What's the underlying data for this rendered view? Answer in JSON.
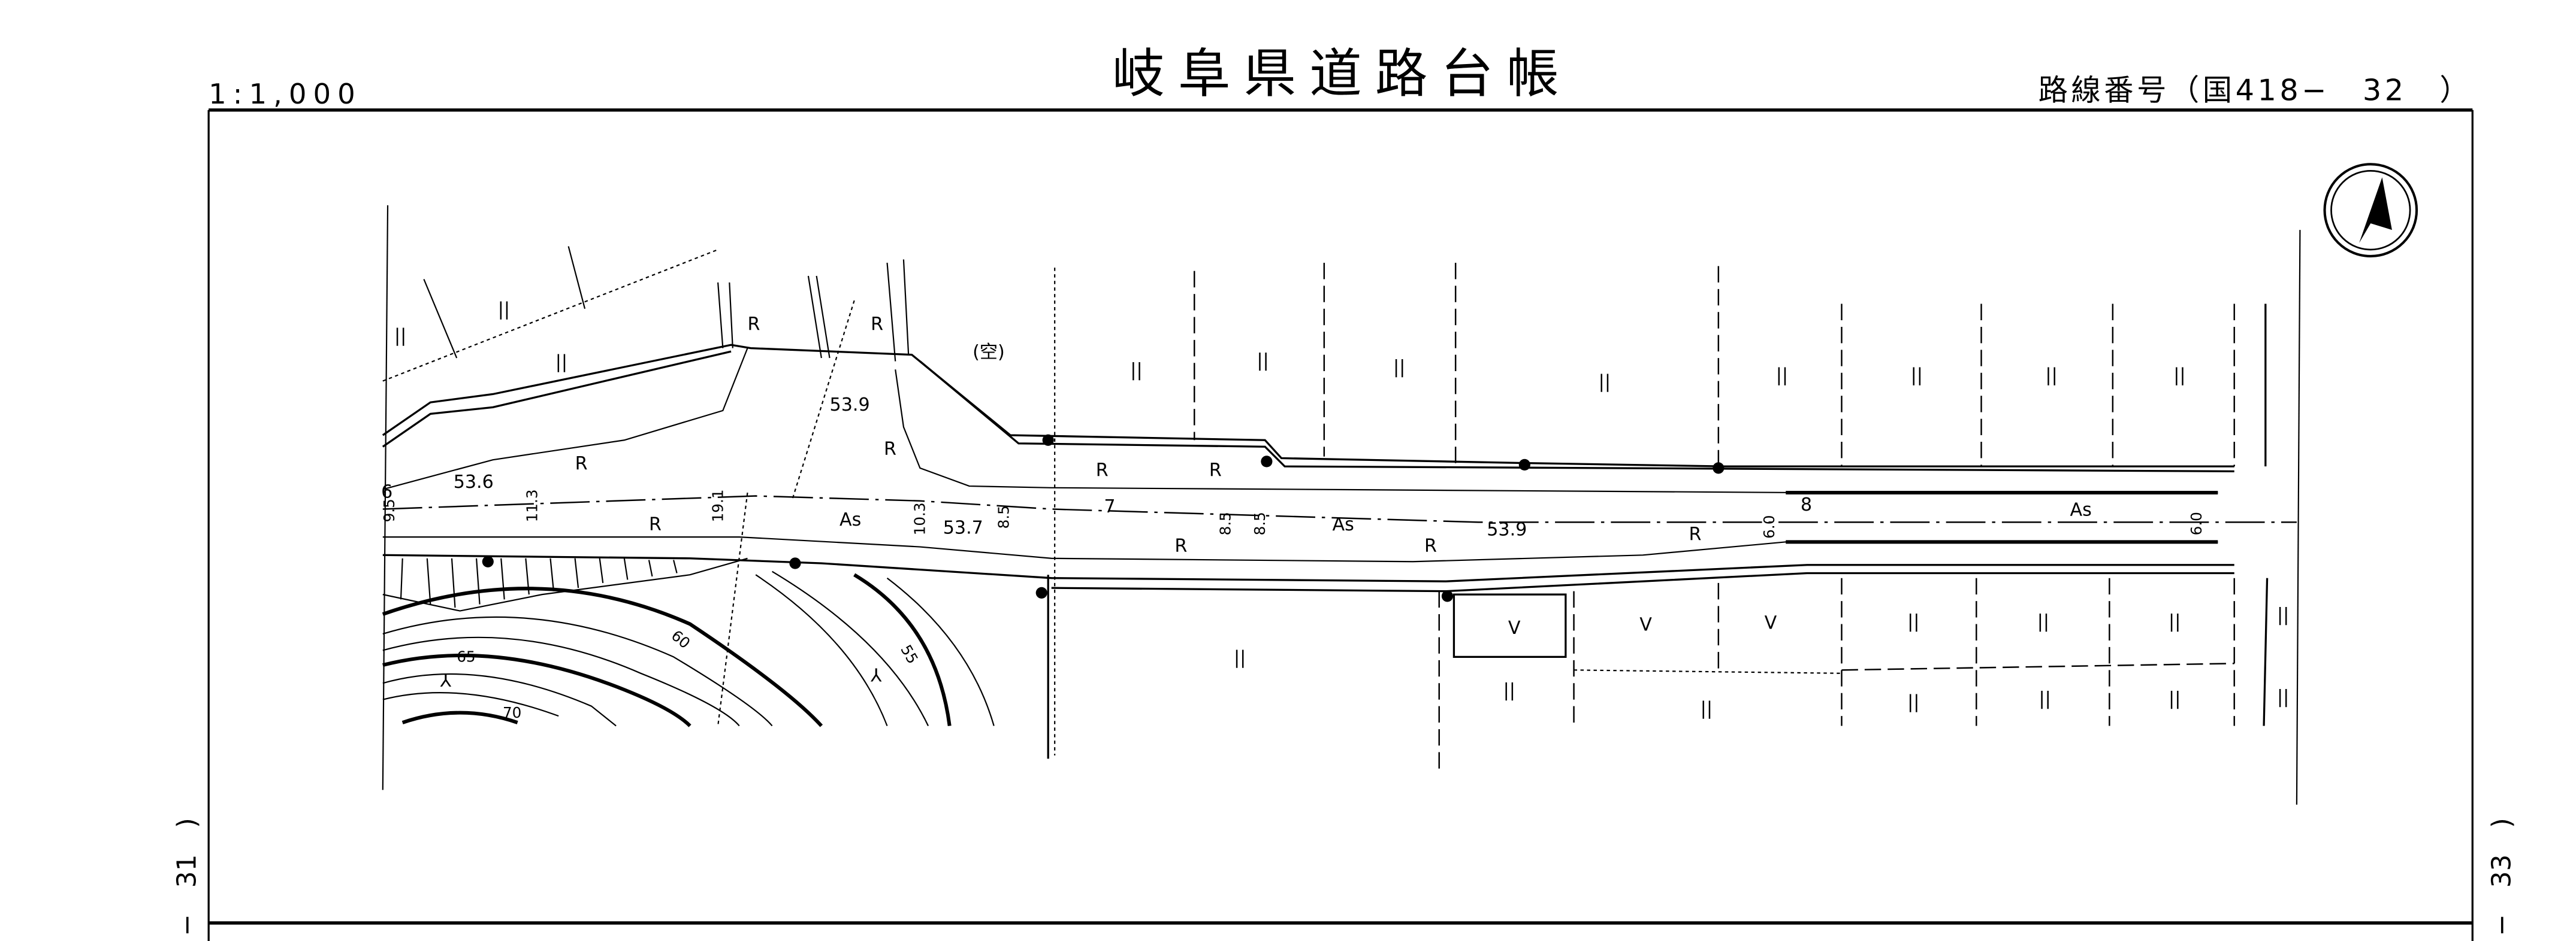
{
  "header": {
    "title": "岐阜県道路台帳",
    "scale": "1:1,000",
    "route_label": "路線番号（国418−　32　）"
  },
  "sheet_refs": {
    "left": "−　31　)",
    "right": "−　33　)"
  },
  "map": {
    "road_surface": "As",
    "road_edge": "R",
    "field_symbol": "||",
    "vacant_lot": "(空)",
    "orchard_symbol": "V",
    "forest_symbol": "⅄",
    "elevations": [
      "53.6",
      "53.9",
      "53.7",
      "53.9"
    ],
    "widths": [
      "6",
      "9.5",
      "11.3",
      "19.1",
      "10.3",
      "8.5",
      "7",
      "8.5",
      "8.5",
      "6.0",
      "8",
      "6.0"
    ],
    "contours": [
      "55",
      "60",
      "65",
      "70"
    ]
  }
}
